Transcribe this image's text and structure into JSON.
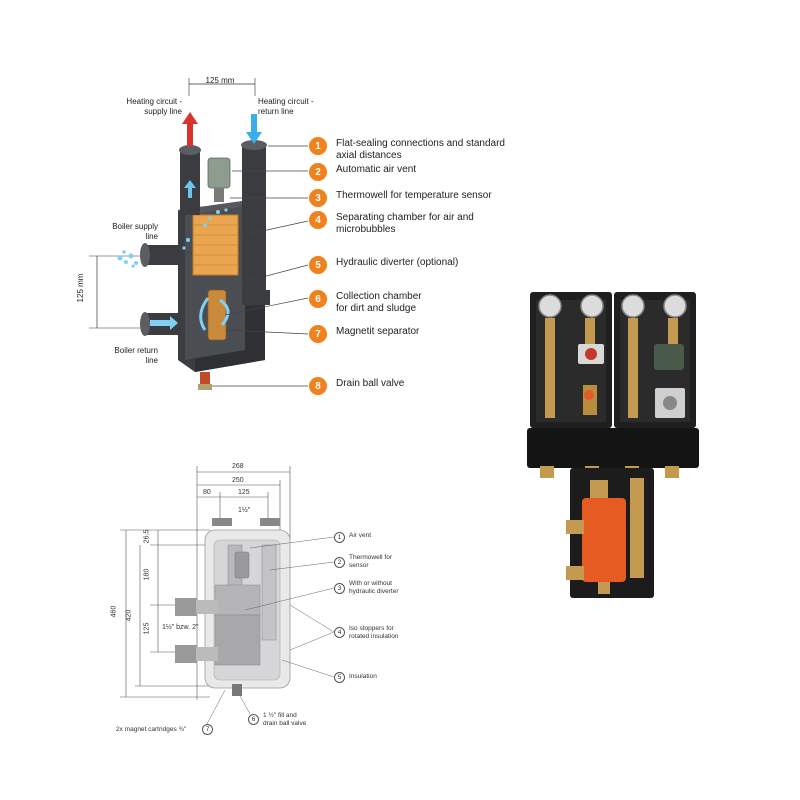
{
  "top_diagram": {
    "spacing_top": "125 mm",
    "spacing_side": "125 mm",
    "heating_supply": "Heating circuit - supply line",
    "heating_return": "Heating circuit - return line",
    "boiler_supply": "Boiler supply line",
    "boiler_return": "Boiler return line",
    "callouts": [
      {
        "num": "1",
        "text": "Flat-sealing connections and standard axial distances"
      },
      {
        "num": "2",
        "text": "Automatic air vent"
      },
      {
        "num": "3",
        "text": "Thermowell for temperature sensor"
      },
      {
        "num": "4",
        "text": "Separating chamber for air and microbubbles"
      },
      {
        "num": "5",
        "text": "Hydraulic diverter (optional)"
      },
      {
        "num": "6",
        "text": "Collection chamber for dirt and sludge"
      },
      {
        "num": "7",
        "text": "Magnetit separator"
      },
      {
        "num": "8",
        "text": "Drain ball valve"
      }
    ],
    "colors": {
      "callout_badge": "#f0821e",
      "supply_arrow": "#d9332b",
      "return_arrow": "#3aaee8"
    }
  },
  "technical_drawing": {
    "dims": {
      "w268": "268",
      "w250": "250",
      "w80": "80",
      "w125": "125",
      "h460": "460",
      "h420": "420",
      "h265": "26.5",
      "h180": "180",
      "h125": "125"
    },
    "thread_top": "1½\"",
    "thread_side": "1½\" bzw. 2\"",
    "labels": [
      {
        "num": "1",
        "text": "Air vent"
      },
      {
        "num": "2",
        "text": "Thermowell for sensor"
      },
      {
        "num": "3",
        "text": "With or without hydraulic diverter"
      },
      {
        "num": "4",
        "text": "Iso stoppers for rotated insulation"
      },
      {
        "num": "5",
        "text": "Insulation"
      },
      {
        "num": "6",
        "text": "1 ½\" fill and drain ball valve"
      },
      {
        "num": "7",
        "text": "2x magnet cartridges ¾\""
      }
    ]
  }
}
